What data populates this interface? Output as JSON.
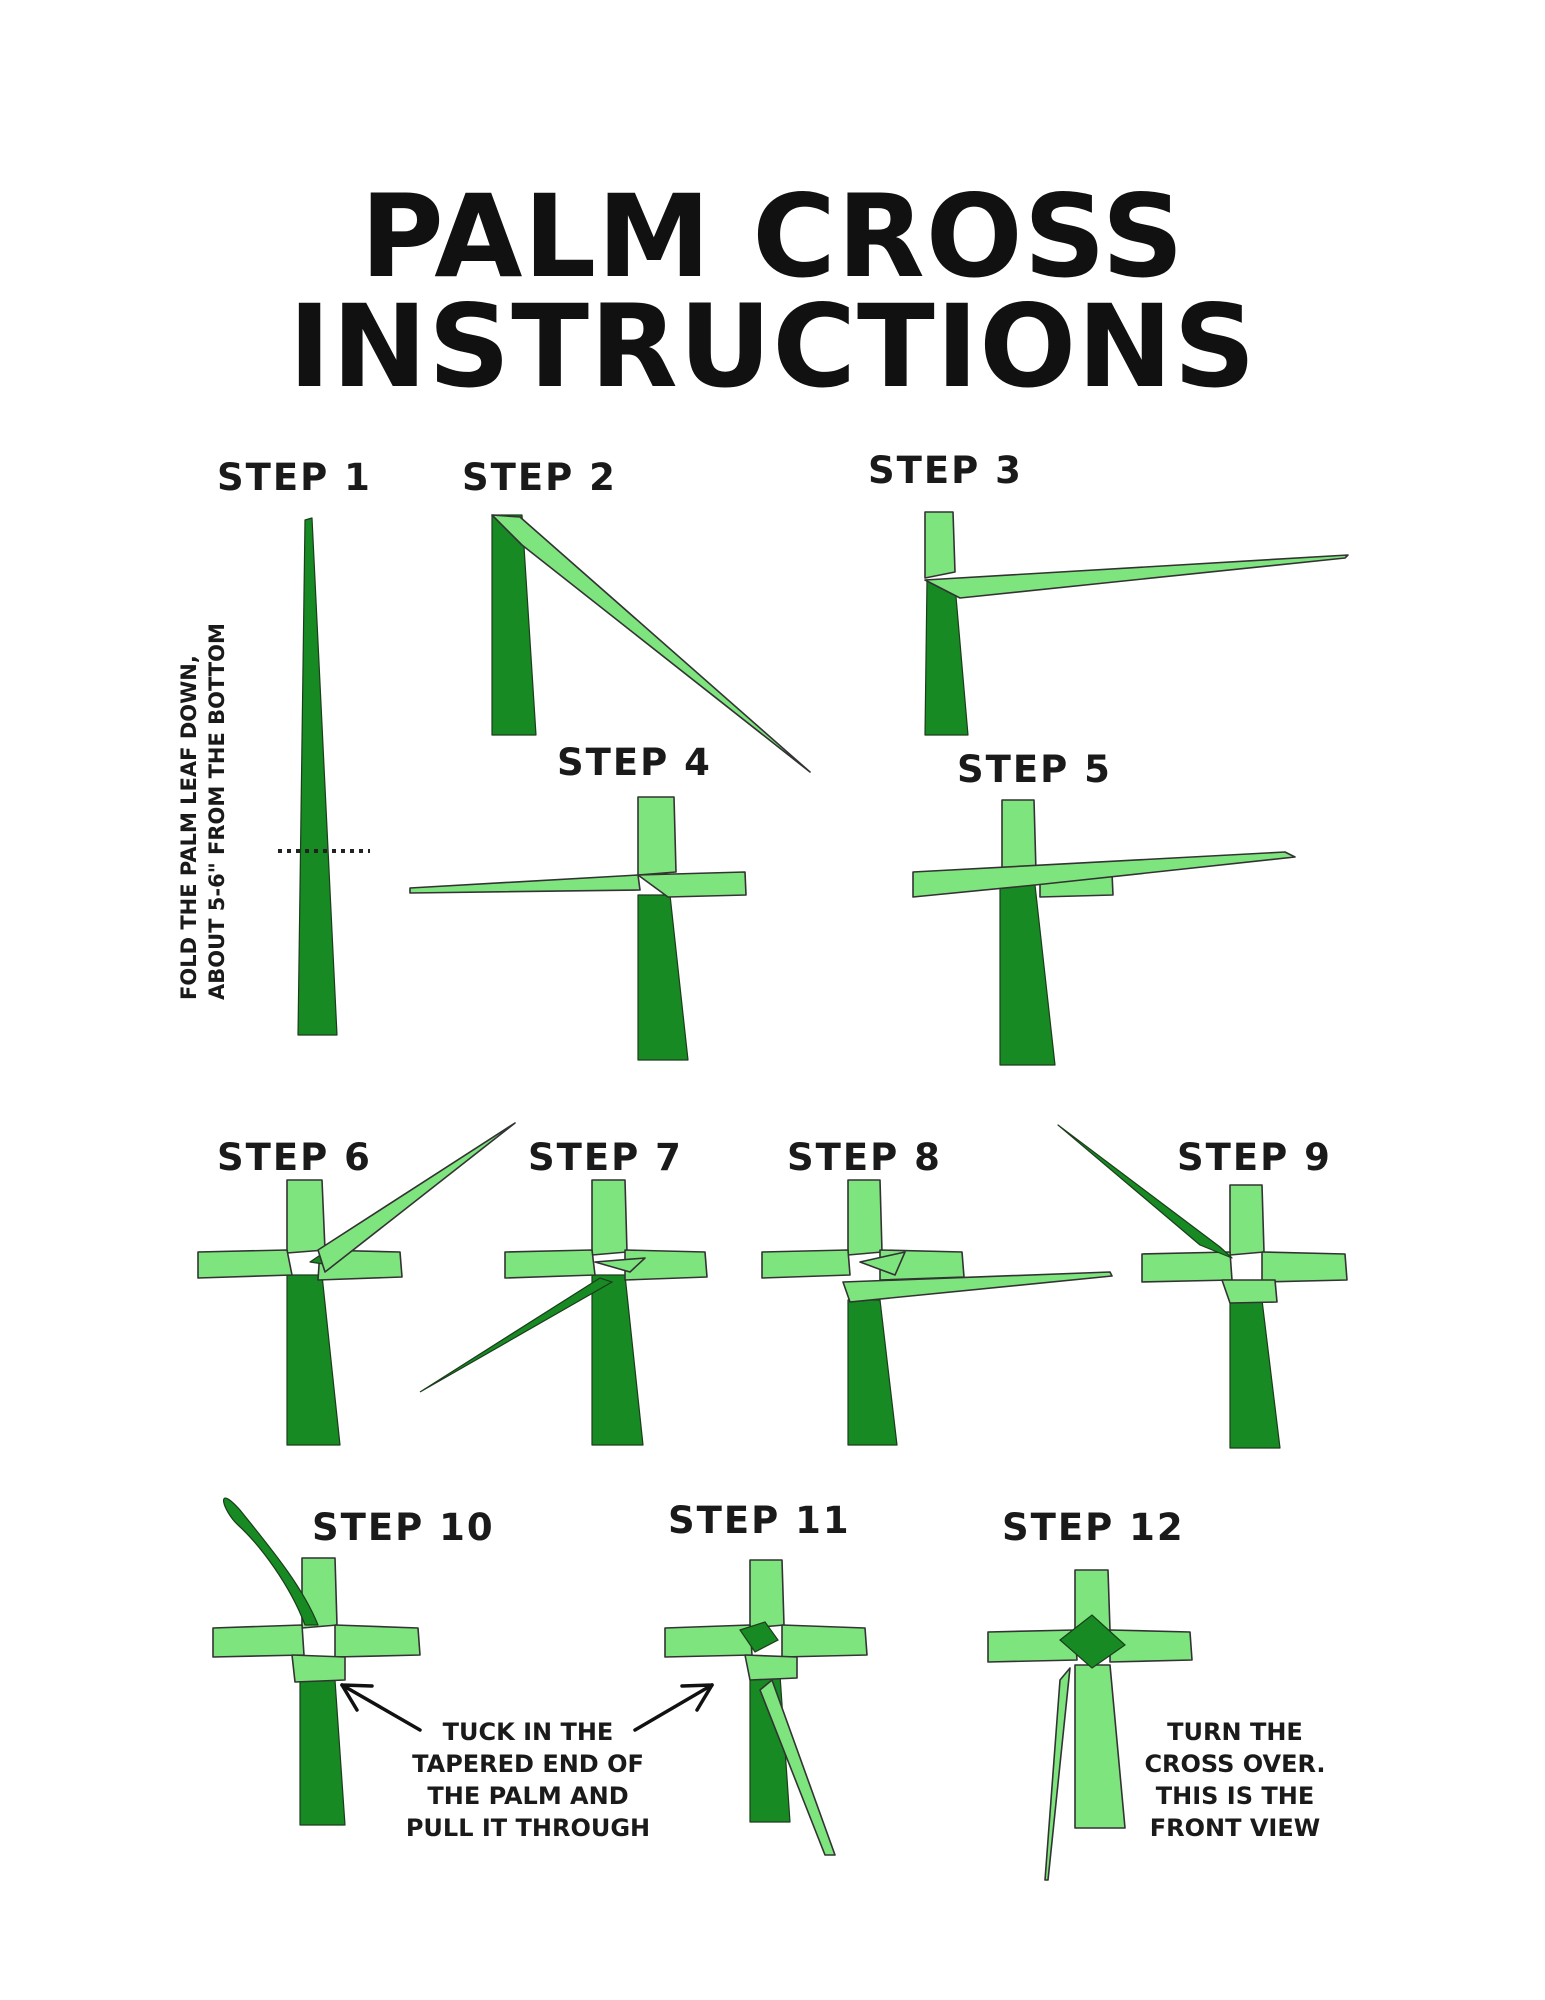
{
  "title": {
    "line1": "PALM CROSS",
    "line2": "INSTRUCTIONS"
  },
  "side_note": {
    "line1": "FOLD THE PALM LEAF DOWN,",
    "line2": "ABOUT 5-6\" FROM THE BOTTOM"
  },
  "steps": [
    {
      "label": "STEP 1"
    },
    {
      "label": "STEP 2"
    },
    {
      "label": "STEP 3"
    },
    {
      "label": "STEP 4"
    },
    {
      "label": "STEP 5"
    },
    {
      "label": "STEP 6"
    },
    {
      "label": "STEP 7"
    },
    {
      "label": "STEP 8"
    },
    {
      "label": "STEP 9"
    },
    {
      "label": "STEP 10"
    },
    {
      "label": "STEP 11"
    },
    {
      "label": "STEP 12"
    }
  ],
  "tuck_note": [
    "TUCK IN THE",
    "TAPERED END OF",
    "THE PALM AND",
    "PULL IT THROUGH"
  ],
  "turn_note": [
    "TURN THE",
    "CROSS OVER.",
    "THIS IS THE",
    "FRONT VIEW"
  ],
  "colors": {
    "light_green": "#7ee57e",
    "dark_green": "#178a24",
    "outline": "#333333"
  }
}
